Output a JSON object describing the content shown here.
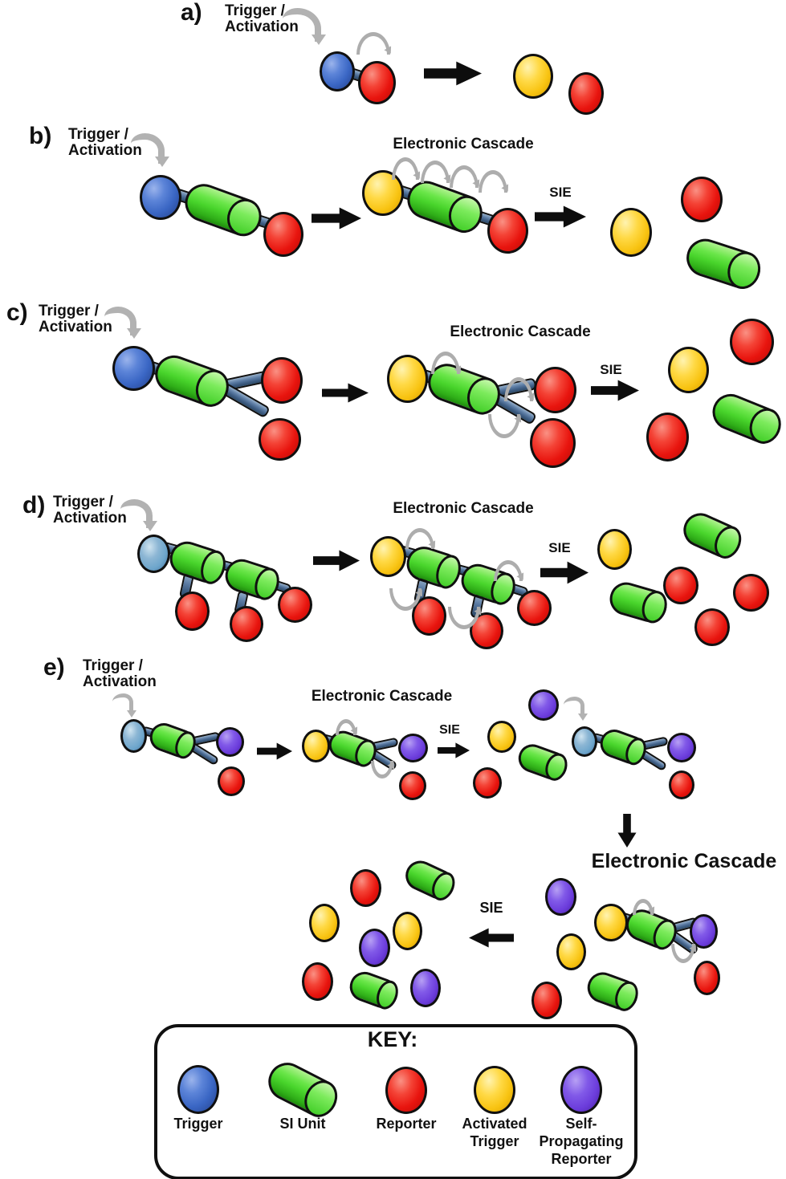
{
  "colors": {
    "trigger": "#3a66c4",
    "trigger_light": "#6ea6cc",
    "si_unit": "#49d52c",
    "reporter": "#e8140e",
    "activated_trigger": "#f8c311",
    "propagating_reporter": "#6b3cdb",
    "bond": "#3f5e84",
    "cascade_arrow_gray": "#adadad",
    "reaction_arrow_black": "#0d0d0d",
    "outline": "#101010",
    "background": "#ffffff"
  },
  "labels": {
    "trigger_activation": "Trigger /\nActivation",
    "electronic_cascade": "Electronic Cascade",
    "sie": "SIE"
  },
  "panels": {
    "a": {
      "letter": "a)"
    },
    "b": {
      "letter": "b)"
    },
    "c": {
      "letter": "c)"
    },
    "d": {
      "letter": "d)"
    },
    "e": {
      "letter": "e)"
    }
  },
  "key": {
    "title": "KEY:",
    "items": [
      {
        "label": "Trigger",
        "shape": "sphere",
        "color": "#3a66c4"
      },
      {
        "label": "SI Unit",
        "shape": "cylinder",
        "color": "#49d52c"
      },
      {
        "label": "Reporter",
        "shape": "sphere",
        "color": "#e8140e"
      },
      {
        "label": "Activated\nTrigger",
        "shape": "sphere",
        "color": "#f8c311"
      },
      {
        "label": "Self-\nPropagating\nReporter",
        "shape": "sphere",
        "color": "#6b3cdb"
      }
    ]
  }
}
